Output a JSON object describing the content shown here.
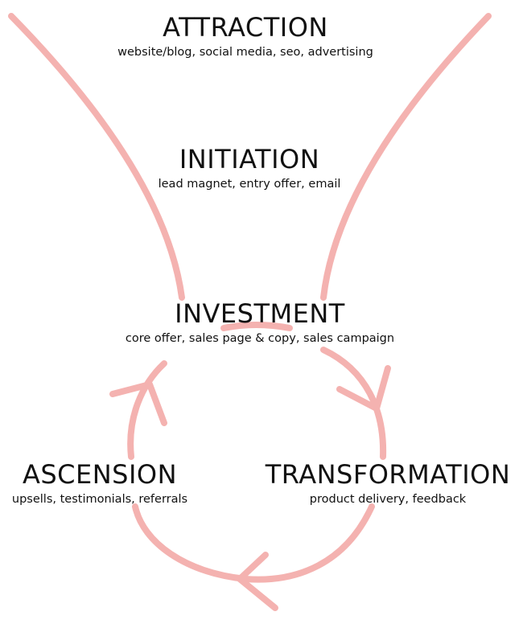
{
  "colors": {
    "line": "#f4b2b0",
    "text": "#111111"
  },
  "stages": {
    "attraction": {
      "title": "ATTRACTION",
      "subtitle": "website/blog, social media, seo, advertising"
    },
    "initiation": {
      "title": "INITIATION",
      "subtitle": "lead magnet, entry offer, email"
    },
    "investment": {
      "title": "INVESTMENT",
      "subtitle": "core offer, sales page & copy, sales campaign"
    },
    "ascension": {
      "title": "ASCENSION",
      "subtitle": "upsells, testimonials, referrals"
    },
    "transformation": {
      "title": "TRANSFORMATION",
      "subtitle": "product delivery, feedback"
    }
  }
}
